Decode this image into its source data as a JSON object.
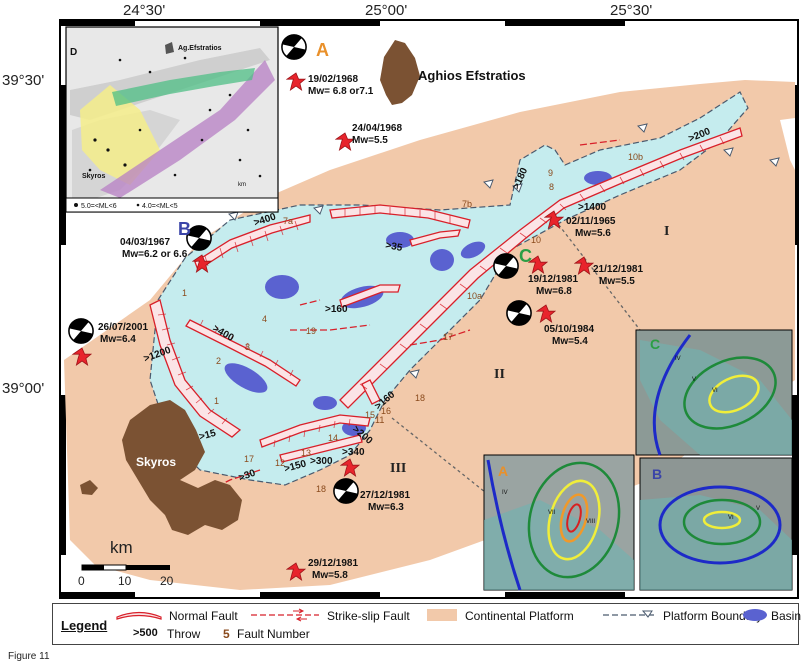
{
  "axes": {
    "lon_ticks": [
      "24°30'",
      "25°00'",
      "25°30'"
    ],
    "lat_ticks": [
      "39°30'",
      "39°00'"
    ]
  },
  "islands": {
    "aghios": "Aghios Efstratios",
    "skyros": "Skyros"
  },
  "regions": {
    "r1": "I",
    "r2": "II",
    "r3": "III"
  },
  "events": [
    {
      "date": "19/02/1968",
      "mag": "Mw= 6.8 or7.1"
    },
    {
      "date": "24/04/1968",
      "mag": "Mw=5.5"
    },
    {
      "date": "04/03/1967",
      "mag": "Mw=6.2 or 6.6"
    },
    {
      "date": "02/11/1965",
      "mag": "Mw=5.6"
    },
    {
      "date": "19/12/1981",
      "mag": "Mw=6.8"
    },
    {
      "date": "21/12/1981",
      "mag": "Mw=5.5"
    },
    {
      "date": "05/10/1984",
      "mag": "Mw=5.4"
    },
    {
      "date": "26/07/2001",
      "mag": "Mw=6.4"
    },
    {
      "date": "27/12/1981",
      "mag": "Mw=6.3"
    },
    {
      "date": "29/12/1981",
      "mag": "Mw=5.8"
    }
  ],
  "labels": {
    "A": "A",
    "B": "B",
    "C": "C",
    "D": "D"
  },
  "throws": [
    ">400",
    ">35",
    ">160",
    ">400",
    ">1200",
    ">15",
    ">30",
    ">150",
    ">300",
    ">340",
    ">200",
    ">160",
    ">180",
    ">1400",
    ">200"
  ],
  "fault_numbers": [
    "7a",
    "7b",
    "8",
    "10",
    "10a",
    "10b",
    "4",
    "19",
    "3",
    "2",
    "1",
    "17",
    "18",
    "14",
    "13",
    "12",
    "11",
    "16",
    "15",
    "1",
    "17",
    "18",
    "9"
  ],
  "inset_d": {
    "title": "Ag.Efstratios",
    "skyros": "Skyros",
    "legend_1": "5.0=<ML<6",
    "legend_2": "4.0=<ML<5",
    "km": "km"
  },
  "inset_intensity": [
    "IV",
    "V",
    "VI",
    "VII",
    "VIII"
  ],
  "scale": {
    "unit": "km",
    "ticks": [
      "0",
      "10",
      "20"
    ]
  },
  "legend": {
    "title": "Legend",
    "normal_fault": "Normal Fault",
    "strike_slip": "Strike-slip Fault",
    "platform": "Continental Platform",
    "boundary": "Platform Boundary",
    "basin": "Basin",
    "throw_value": ">500",
    "throw_label": "Throw",
    "fault_value": "5",
    "fault_label": "Fault Number"
  },
  "caption": "Figure 11",
  "colors": {
    "platform": "#f2c9aa",
    "sea": "#c5ecee",
    "basin": "#5a62d0",
    "land": "#7b5233",
    "fault": "#d8202a",
    "star": "#e8242c",
    "label_a": "#e9902a",
    "label_b": "#3a44a8",
    "label_c": "#2c9e45"
  }
}
